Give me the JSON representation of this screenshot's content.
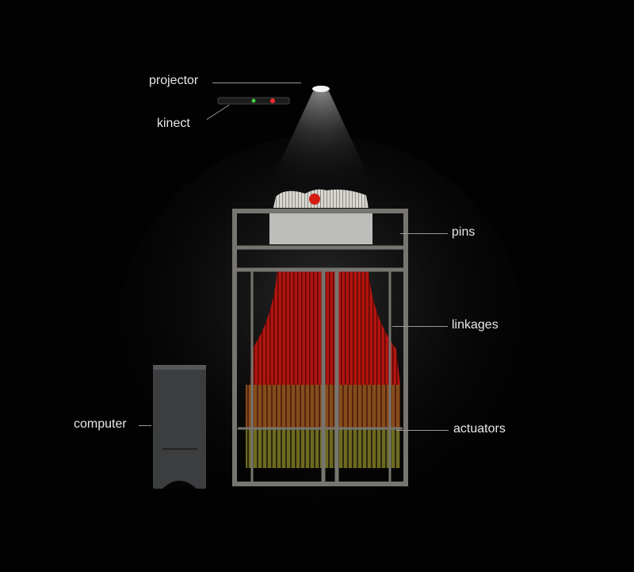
{
  "labels": {
    "projector": "projector",
    "kinect": "kinect",
    "pins": "pins",
    "linkages": "linkages",
    "actuators": "actuators",
    "computer": "computer"
  },
  "colors": {
    "background": "#020202",
    "linkage_red": "#c0140e",
    "frame": "#6b6b68",
    "actuator_yellow": "#8a8a1e",
    "label_text": "#e8e8e8"
  }
}
